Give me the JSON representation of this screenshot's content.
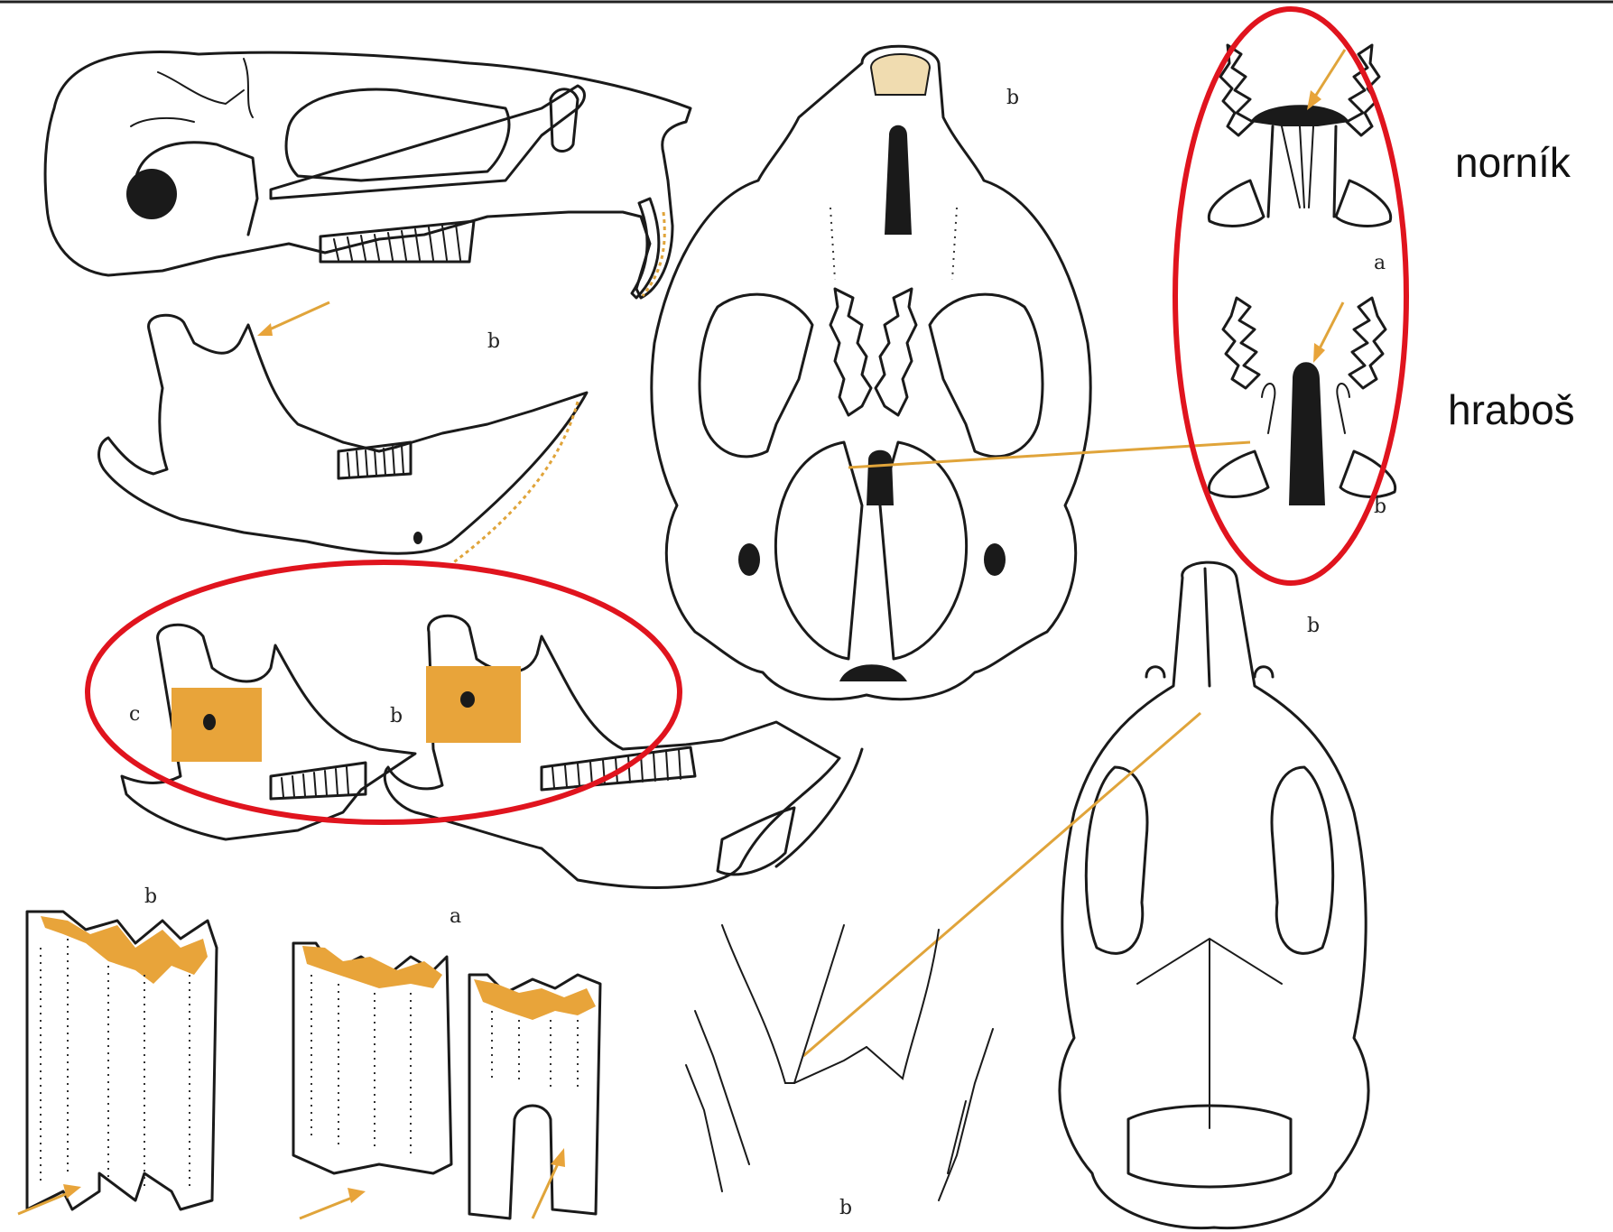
{
  "annotations": {
    "upper_species": "norník",
    "lower_species": "hraboš"
  },
  "figure_letters": {
    "skull_dorsal_b": "b",
    "mandible_top_b": "b",
    "mandible_c": "c",
    "mandible_b": "b",
    "palate_a": "a",
    "palate_b": "b",
    "skull_top_right_b": "b",
    "molars_b": "b",
    "molars_a": "a",
    "suture_b": "b"
  },
  "colors": {
    "highlight_ring": "#e0141e",
    "accent": "#e8a43a",
    "ink": "#1a1a1a"
  }
}
